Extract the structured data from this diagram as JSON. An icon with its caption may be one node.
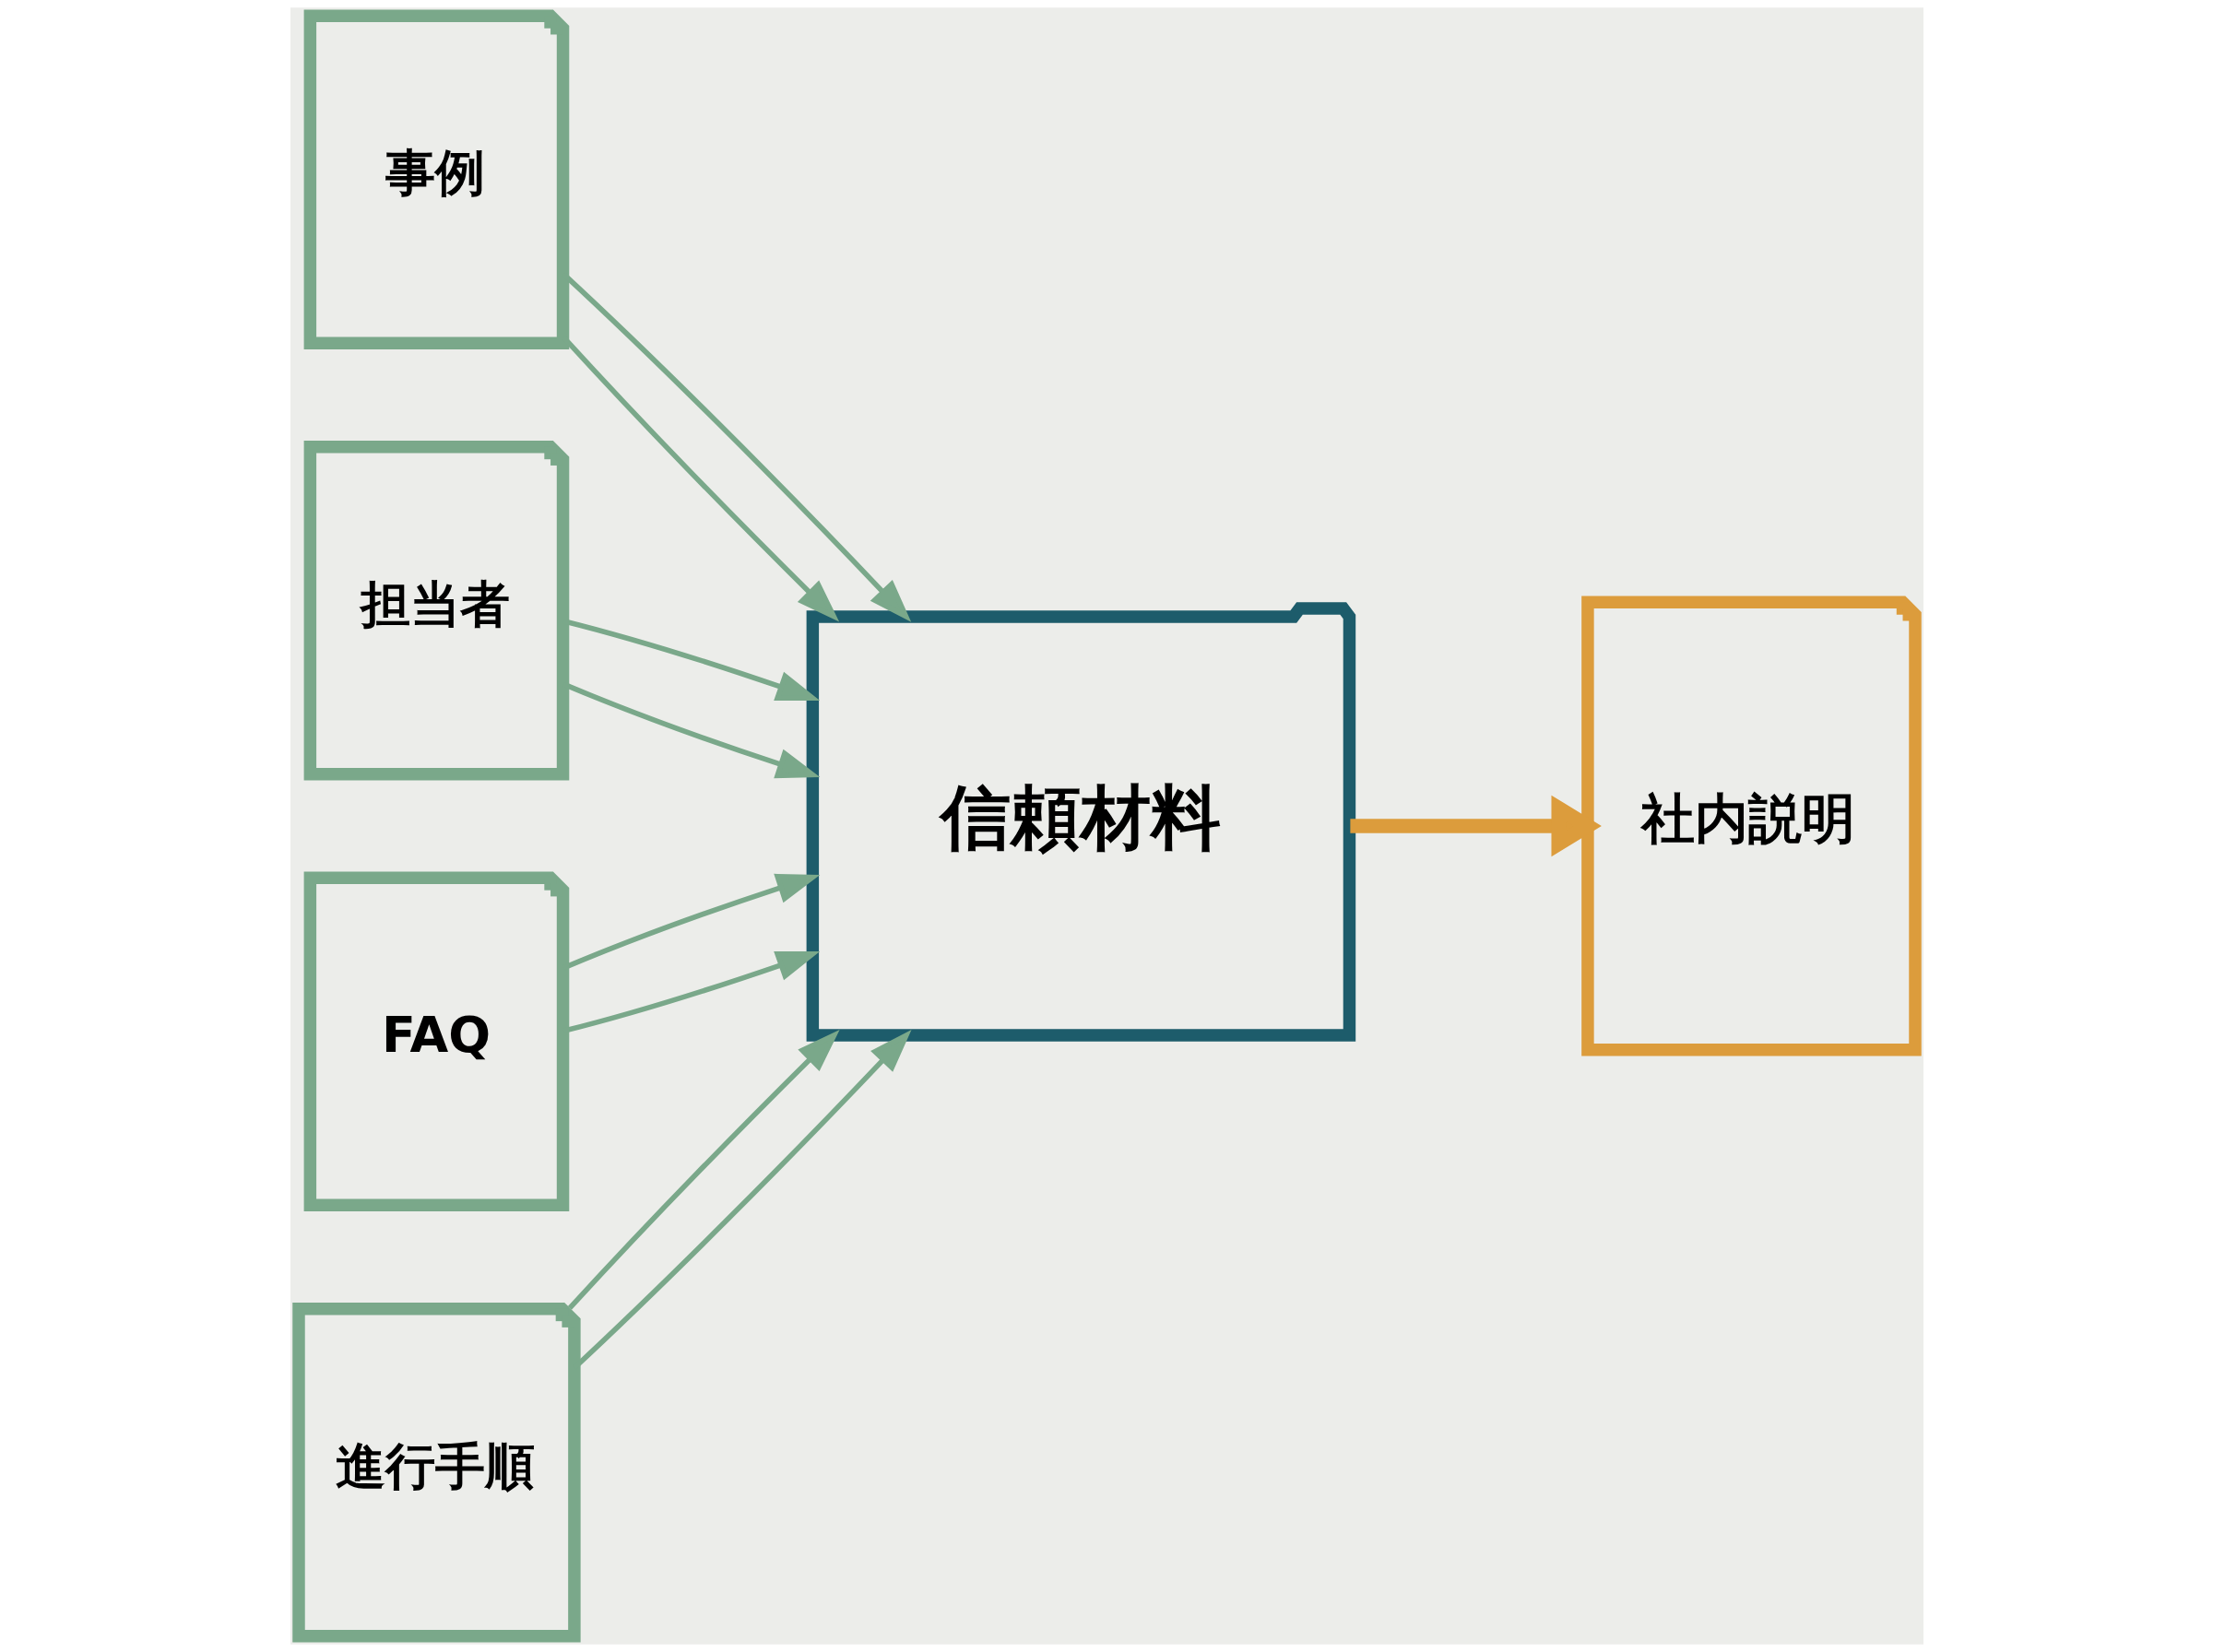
{
  "diagram": {
    "nodes": [
      {
        "text": [
          "事例"
        ]
      },
      {
        "text": [
          "担当者"
        ]
      },
      {
        "text": [
          "信頼材料"
        ]
      },
      {
        "text": [
          "社内説明"
        ]
      },
      {
        "text": [
          "FAQ"
        ]
      },
      {
        "text": [
          "進行手順"
        ]
      }
    ],
    "edges": [
      {
        "from": 0,
        "to": 2,
        "arrow": "to"
      },
      {
        "from": 0,
        "to": 2,
        "arrow": "to"
      },
      {
        "from": 1,
        "to": 2,
        "arrow": "to"
      },
      {
        "from": 1,
        "to": 2,
        "arrow": "to"
      },
      {
        "from": 2,
        "to": 3,
        "arrow": "to",
        "style": "thick",
        "color": "#dc9c3c"
      },
      {
        "from": 4,
        "to": 2,
        "arrow": "to"
      },
      {
        "from": 4,
        "to": 2,
        "arrow": "to"
      },
      {
        "from": 5,
        "to": 2,
        "arrow": "to"
      },
      {
        "from": 5,
        "to": 2,
        "arrow": "to"
      }
    ]
  }
}
